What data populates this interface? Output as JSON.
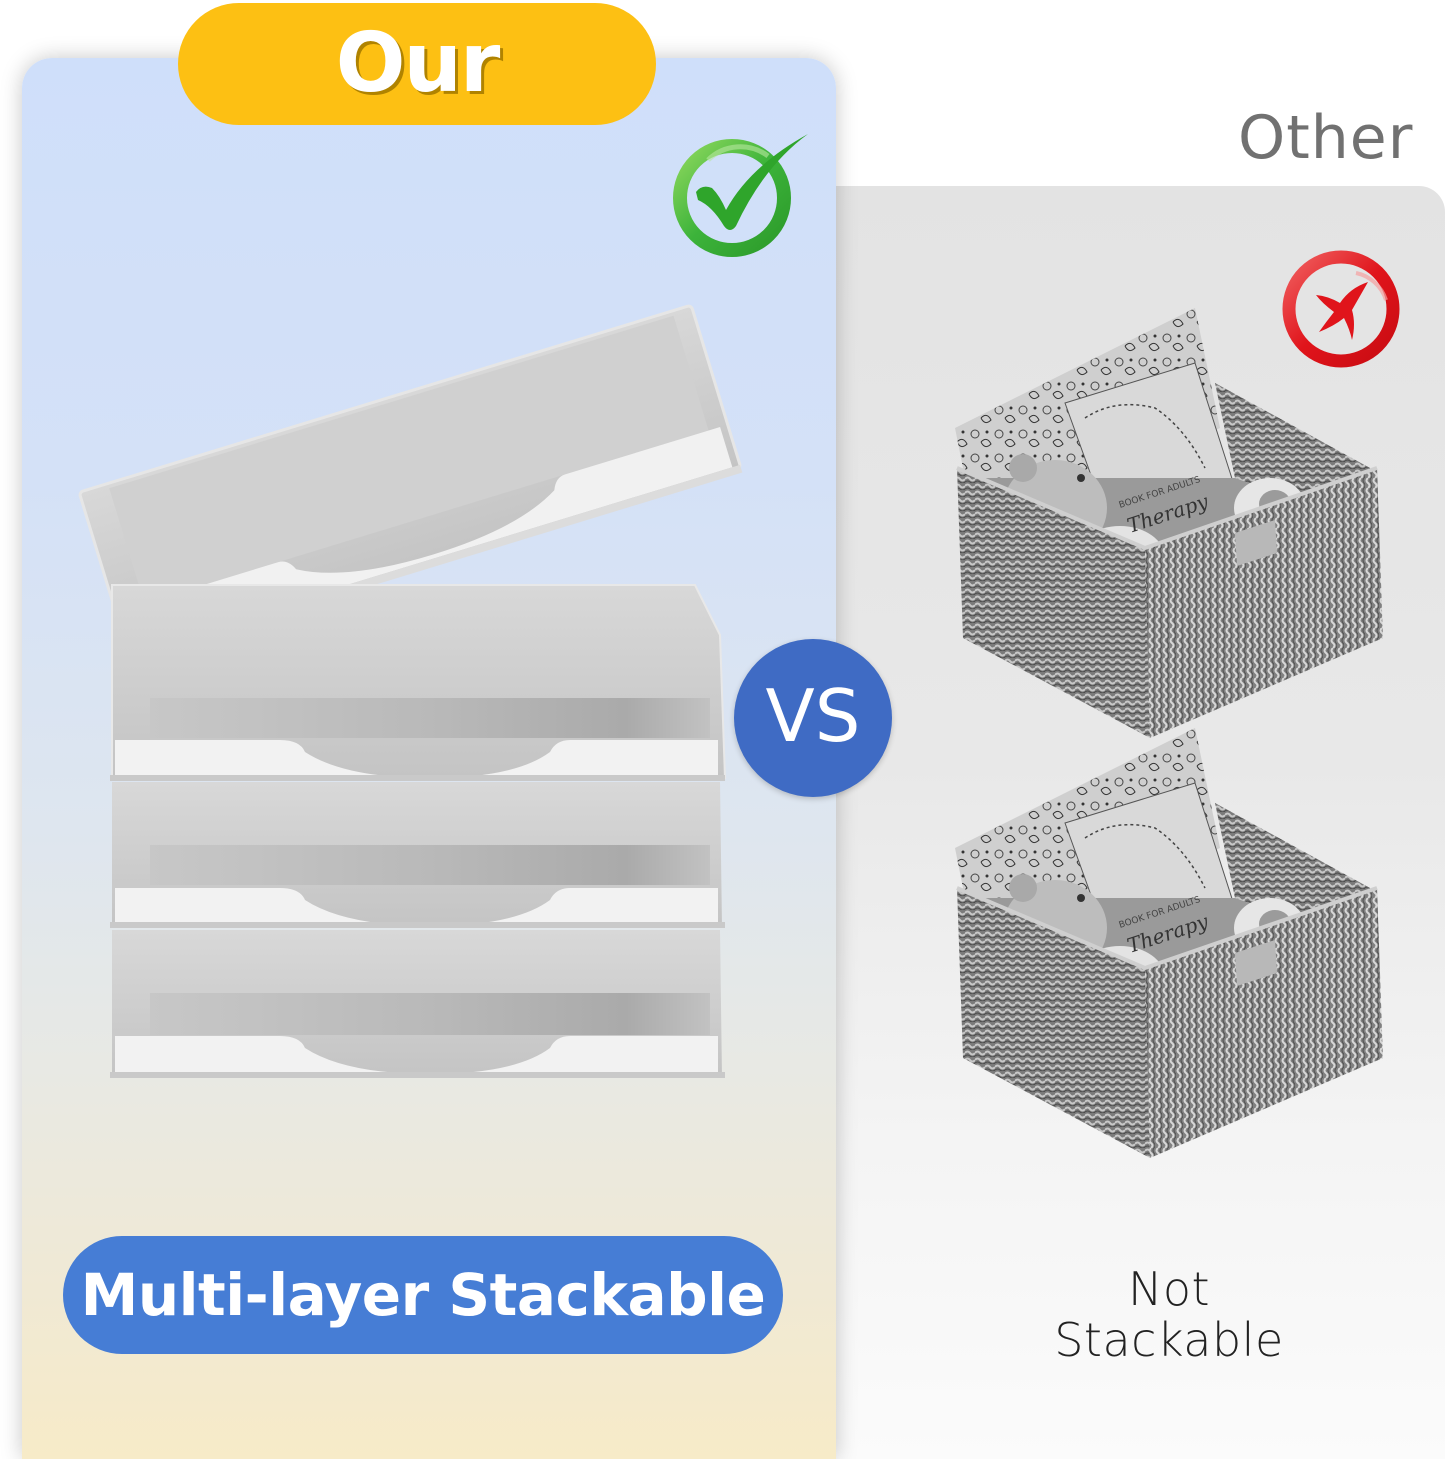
{
  "left_panel": {
    "header_label": "Our",
    "status_icon": "green-checkmark-icon",
    "feature_label": "Multi-layer Stackable",
    "product": "stacked-white-trays",
    "tray_count": 4,
    "colors": {
      "header_pill": "#fdc013",
      "feature_pill": "#467dd5",
      "panel_top": "#cfdffa",
      "panel_bottom": "#f7ebc8",
      "check": "#3cb33a"
    }
  },
  "divider": {
    "label": "VS",
    "color": "#3f6bc4"
  },
  "right_panel": {
    "header_label": "Other",
    "status_icon": "red-x-icon",
    "feature_label": "Not Stackable",
    "product": "woven-baskets",
    "basket_count": 2,
    "basket_book_text": [
      "BOOK FOR ADULTS",
      "Therapy"
    ],
    "colors": {
      "header_text": "#717171",
      "panel": "#e3e3e3",
      "x_mark": "#e0141b",
      "feature_text": "#222222"
    }
  }
}
